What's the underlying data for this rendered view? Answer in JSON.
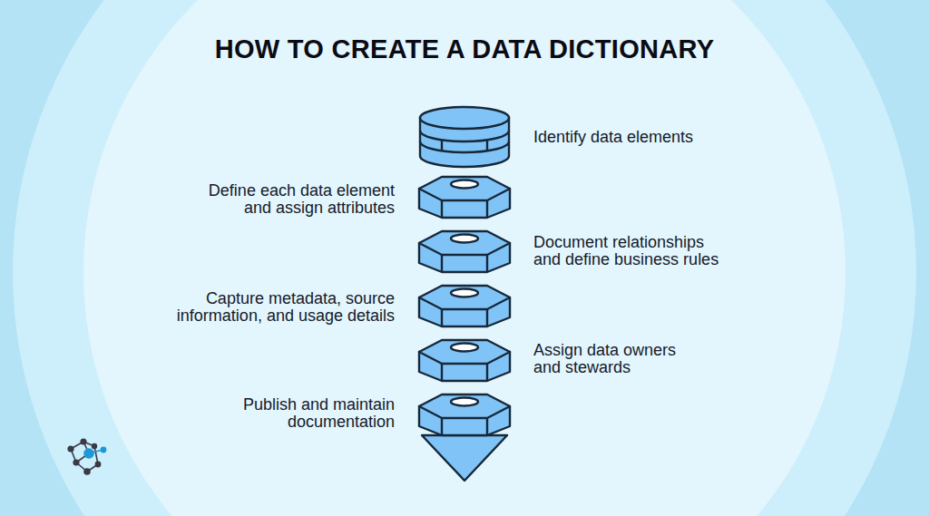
{
  "diagram": {
    "title": "HOW TO CREATE A DATA DICTIONARY",
    "nodes": [
      {
        "text": [
          "Identify data elements"
        ]
      },
      {
        "text": [
          "Define each data element and assign attributes"
        ]
      },
      {
        "text": [
          "Document relationships and define business rules"
        ]
      },
      {
        "text": [
          "Capture metadata, source information, and usage details"
        ]
      },
      {
        "text": [
          "Assign data owners and stewards"
        ]
      },
      {
        "text": [
          "Publish and maintain documentation"
        ]
      }
    ]
  }
}
